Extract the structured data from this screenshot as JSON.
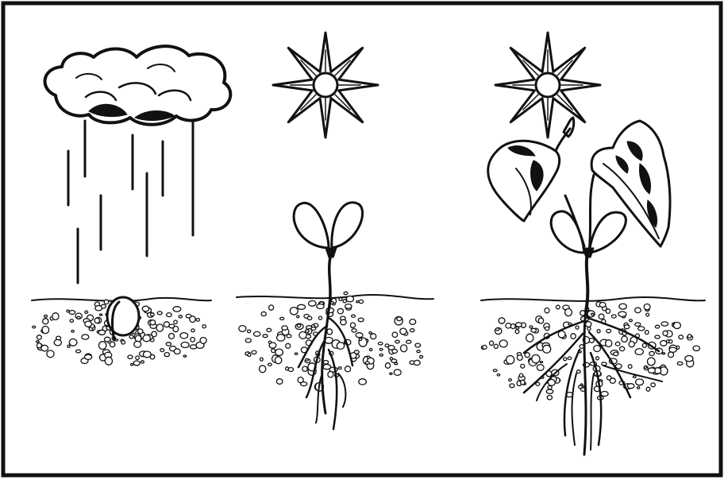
{
  "diagram": {
    "stages": [
      {
        "id": "seed",
        "weather_icon": "rain-cloud-icon",
        "plant": "germinating-seed"
      },
      {
        "id": "seedling",
        "weather_icon": "sun-icon",
        "plant": "seedling-with-cotyledons"
      },
      {
        "id": "young-plant",
        "weather_icon": "sun-icon",
        "plant": "young-plant-with-true-leaves"
      }
    ],
    "colors": {
      "ink": "#111111",
      "paper": "#ffffff"
    }
  }
}
